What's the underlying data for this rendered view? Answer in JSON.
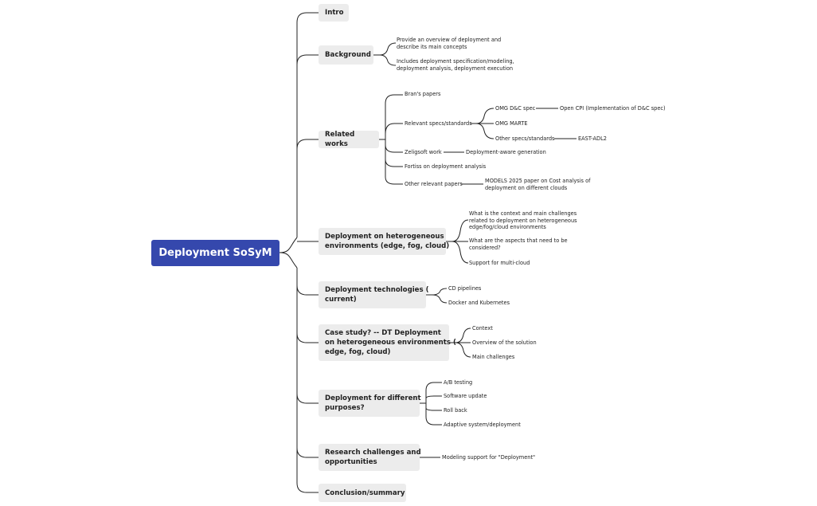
{
  "root": {
    "label": "Deployment SoSyM"
  },
  "topics": {
    "intro": "Intro",
    "background": {
      "label": "Background",
      "children": [
        "Provide an overview of deployment and\ndescribe its main concepts",
        "Includes deployment specification/modeling,\ndeployment analysis, deployment execution"
      ]
    },
    "related": {
      "label": "Related works",
      "brans": "Bran's papers",
      "specs": {
        "label": "Relevant specs/standards",
        "omg_dc": "OMG D&C spec",
        "open_cpi": "Open CPI (Implementation of D&C spec)",
        "marte": "OMG MARTE",
        "other": "Other specs/standards",
        "east": "EAST-ADL2"
      },
      "zeligsoft": "Zeligsoft work",
      "zelig_child": "Deployment-aware generation",
      "fortiss": "Fortiss on deployment analysis",
      "other_papers": "Other relevant papers",
      "models2025": "MODELS 2025 paper on Cost analysis of\ndeployment on different clouds"
    },
    "hetero": {
      "label": "Deployment on heterogeneous\nenvironments (edge, fog, cloud)",
      "children": [
        "What is the context and main challenges\nrelated to deployment on heterogeneous\nedge/fog/cloud environments",
        "What are the aspects that need to be\nconsidered?",
        "Support for multi-cloud"
      ]
    },
    "tech": {
      "label": "Deployment technologies (\ncurrent)",
      "children": [
        "CD pipelines",
        "Docker and Kubernetes"
      ]
    },
    "case": {
      "label": "Case study? -- DT Deployment\non heterogeneous environments (\nedge, fog, cloud)",
      "children": [
        "Context",
        "Overview of the solution",
        "Main challenges"
      ]
    },
    "purposes": {
      "label": "Deployment for different\npurposes?",
      "children": [
        "A/B testing",
        "Software update",
        "Roll back",
        "Adaptive system/deployment"
      ]
    },
    "research": {
      "label": "Research challenges and\nopportunities",
      "children": [
        "Modeling support for \"Deployment\""
      ]
    },
    "conclusion": "Conclusion/summary"
  },
  "colors": {
    "root_bg": "#3548ad",
    "node_bg": "#ececec",
    "line": "#222222"
  }
}
